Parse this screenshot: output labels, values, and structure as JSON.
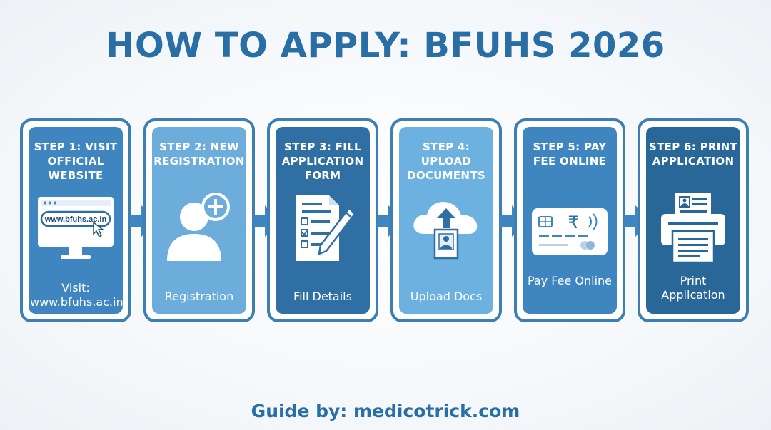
{
  "title": "HOW TO APPLY: BFUHS 2026",
  "footer": "Guide by: medicotrick.com",
  "colors": {
    "title": "#2a6ea6",
    "card_border": "#3b7fb4",
    "step1_fill": "#3f86c0",
    "step2_fill": "#6caddc",
    "step3_fill": "#2f6fa3",
    "step4_fill": "#6db1e0",
    "step5_fill": "#3f86c0",
    "step6_fill": "#2a6799",
    "arrow": "#3f86c0"
  },
  "steps": [
    {
      "title": "STEP 1: VISIT OFFICIAL WEBSITE",
      "icon": "monitor-website-icon",
      "icon_text": "www.bfuhs.ac.in",
      "caption": "Visit: www.bfuhs.ac.in"
    },
    {
      "title": "STEP 2: NEW REGISTRATION",
      "icon": "user-add-icon",
      "caption": "Registration"
    },
    {
      "title": "STEP 3: FILL APPLICATION FORM",
      "icon": "form-pen-icon",
      "caption": "Fill Details"
    },
    {
      "title": "STEP 4: UPLOAD DOCUMENTS",
      "icon": "cloud-upload-icon",
      "caption": "Upload Docs"
    },
    {
      "title": "STEP 5: PAY FEE ONLINE",
      "icon": "credit-card-icon",
      "icon_text": "₹",
      "caption": "Pay Fee Online"
    },
    {
      "title": "STEP 6: PRINT APPLICATION",
      "icon": "printer-icon",
      "caption": "Print Application"
    }
  ]
}
